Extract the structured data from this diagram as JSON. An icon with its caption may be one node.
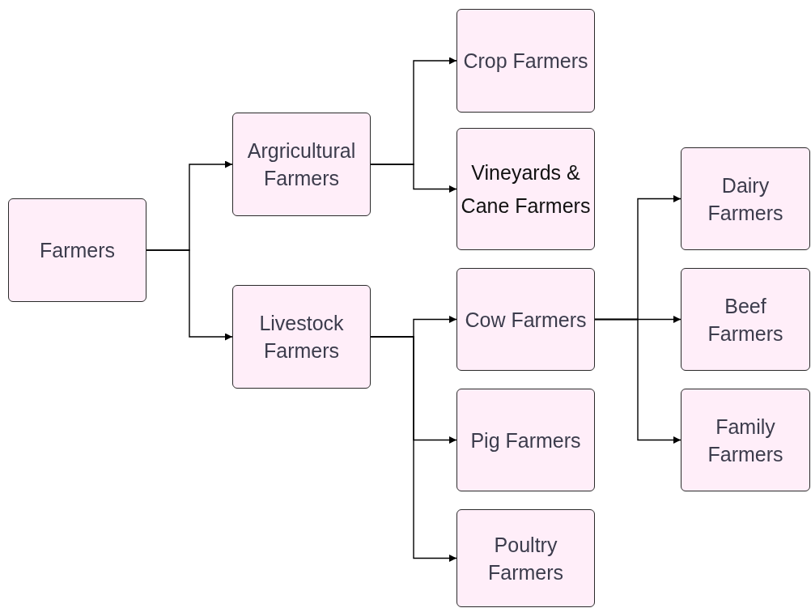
{
  "diagram": {
    "nodes": [
      {
        "text": [
          "Farmers"
        ]
      },
      {
        "text": [
          "Argricultural Farmers"
        ]
      },
      {
        "text": [
          "Livestock Farmers"
        ]
      },
      {
        "text": [
          "Crop Farmers"
        ]
      },
      {
        "text": [
          "Vineyards & Cane Farmers"
        ]
      },
      {
        "text": [
          "Cow Farmers"
        ]
      },
      {
        "text": [
          "Pig Farmers"
        ]
      },
      {
        "text": [
          "Poultry Farmers"
        ]
      },
      {
        "text": [
          "Dairy Farmers"
        ]
      },
      {
        "text": [
          "Beef Farmers"
        ]
      },
      {
        "text": [
          "Family Farmers"
        ]
      }
    ],
    "edges": [
      {
        "from": 0,
        "to": 1,
        "arrow": "to"
      },
      {
        "from": 0,
        "to": 2,
        "arrow": "to"
      },
      {
        "from": 1,
        "to": 3,
        "arrow": "to"
      },
      {
        "from": 1,
        "to": 4,
        "arrow": "to"
      },
      {
        "from": 2,
        "to": 5,
        "arrow": "to"
      },
      {
        "from": 2,
        "to": 6,
        "arrow": "to"
      },
      {
        "from": 2,
        "to": 7,
        "arrow": "to"
      },
      {
        "from": 5,
        "to": 8,
        "arrow": "to"
      },
      {
        "from": 5,
        "to": 9,
        "arrow": "to"
      },
      {
        "from": 5,
        "to": 10,
        "arrow": "to"
      }
    ]
  }
}
